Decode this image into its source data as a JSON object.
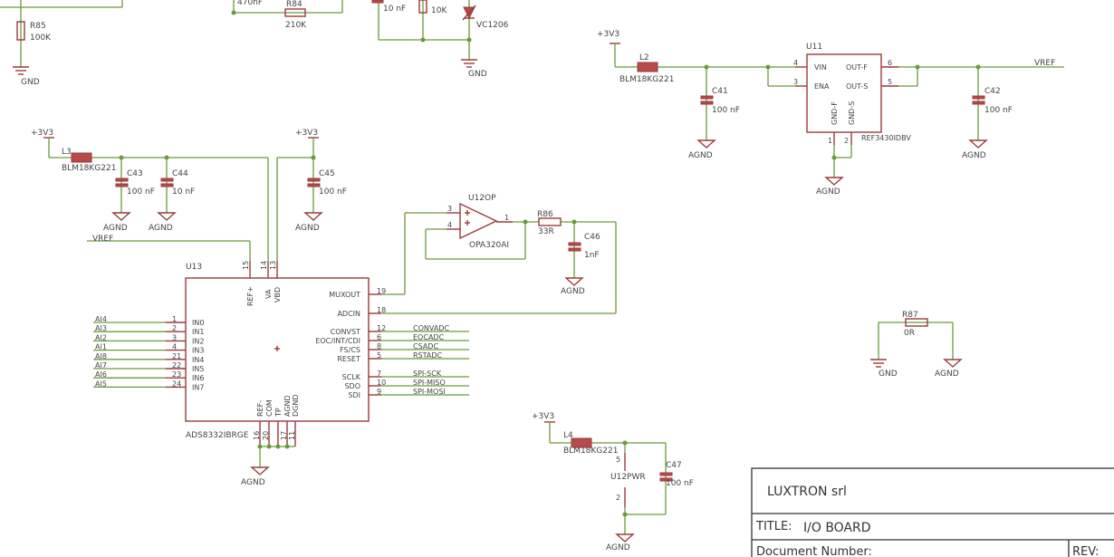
{
  "top": {
    "r85_ref": "R85",
    "r85_val": "100K",
    "gnd1": "GND",
    "r84_ref": "R84",
    "r84_val": "210K",
    "cap_470": "470nF",
    "cap_10n": "10 nF",
    "res_10k": "10K",
    "vc_val": "VC1206",
    "gnd2": "GND"
  },
  "ref_block": {
    "supply": "+3V3",
    "l2_ref": "L2",
    "l2_val": "BLM18KG221",
    "c41_ref": "C41",
    "c41_val": "100 nF",
    "agnd_c41": "AGND",
    "u11_ref": "U11",
    "u11_val": "REF3430IDBV",
    "pin_vin": "VIN",
    "pin_ena": "ENA",
    "pin_outf": "OUT-F",
    "pin_outs": "OUT-S",
    "pin_gndf": "GND-F",
    "pin_gnds": "GND-S",
    "n4": "4",
    "n3": "3",
    "n6": "6",
    "n5": "5",
    "n1": "1",
    "n2": "2",
    "agnd_u11": "AGND",
    "c42_ref": "C42",
    "c42_val": "100 nF",
    "agnd_c42": "AGND",
    "vref": "VREF"
  },
  "adc_supply": {
    "supply": "+3V3",
    "l3_ref": "L3",
    "l3_val": "BLM18KG221",
    "c43_ref": "C43",
    "c43_val": "100 nF",
    "agnd_c43": "AGND",
    "c44_ref": "C44",
    "c44_val": "10 nF",
    "agnd_c44": "AGND",
    "supply2": "+3V3",
    "c45_ref": "C45",
    "c45_val": "100 nF",
    "agnd_c45": "AGND",
    "vref_net": "VREF"
  },
  "opamp": {
    "ref": "U12OP",
    "val": "OPA320AI",
    "n3": "3",
    "n4": "4",
    "n1": "1",
    "r86_ref": "R86",
    "r86_val": "33R",
    "c46_ref": "C46",
    "c46_val": "1nF",
    "agnd": "AGND"
  },
  "u13": {
    "ref": "U13",
    "val": "ADS8332IBRGE",
    "top_pins": [
      "REF+",
      "VA",
      "VBD"
    ],
    "top_nums": [
      "15",
      "14",
      "13"
    ],
    "left_pins": [
      "IN0",
      "IN1",
      "IN2",
      "IN3",
      "IN4",
      "IN5",
      "IN6",
      "IN7"
    ],
    "left_nums": [
      "1",
      "2",
      "3",
      "4",
      "21",
      "22",
      "23",
      "24"
    ],
    "left_nets": [
      "AI4",
      "AI3",
      "AI2",
      "AI1",
      "AI8",
      "AI7",
      "AI6",
      "AI5"
    ],
    "right_pins": [
      "MUXOUT",
      "ADCIN",
      "CONVST",
      "EOC/INT/CDI",
      "FS/CS",
      "RESET",
      "SCLK",
      "SDO",
      "SDI"
    ],
    "right_nums": [
      "19",
      "18",
      "12",
      "6",
      "8",
      "5",
      "7",
      "10",
      "9"
    ],
    "right_nets": [
      "",
      "",
      "CONVADC",
      "EOCADC",
      "CSADC",
      "RSTADC",
      "SPI-SCK",
      "SPI-MISO",
      "SPI-MOSI"
    ],
    "bottom_pins": [
      "REF-",
      "COM",
      "TP",
      "AGND",
      "DGND"
    ],
    "bottom_nums": [
      "16",
      "20",
      "17",
      "11"
    ],
    "agnd": "AGND"
  },
  "r87": {
    "ref": "R87",
    "val": "0R",
    "gnd": "GND",
    "agnd": "AGND"
  },
  "pwr": {
    "supply": "+3V3",
    "l4_ref": "L4",
    "l4_val": "BLM18KG221",
    "u12_ref": "U12PWR",
    "n5": "5",
    "n2": "2",
    "c47_ref": "C47",
    "c47_val": "100 nF",
    "agnd": "AGND"
  },
  "title_block": {
    "company": "LUXTRON srl",
    "title_label": "TITLE:",
    "title": "I/O BOARD",
    "docnum_label": "Document Number:",
    "rev_label": "REV:"
  }
}
